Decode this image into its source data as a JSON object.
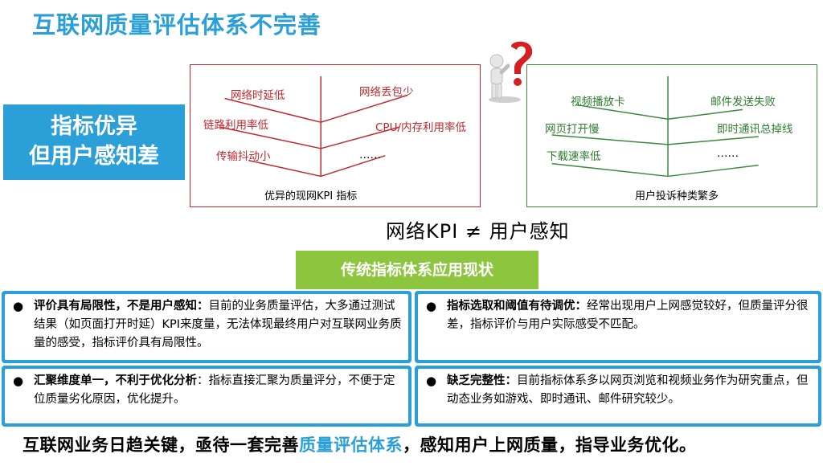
{
  "title": "互联网质量评估体系不完善",
  "left_label": {
    "line1": "指标优异",
    "line2": "但用户感知差"
  },
  "kpi_tree": {
    "items": [
      "网络时延低",
      "网络丢包少",
      "链路利用率低",
      "CPU/内存利用率低",
      "传输抖动小",
      "……"
    ],
    "caption": "优异的现网KPI 指标"
  },
  "user_tree": {
    "items": [
      "视频播放卡",
      "邮件发送失败",
      "网页打开慢",
      "即时通讯总掉线",
      "下载速率低",
      "……"
    ],
    "caption": "用户投诉种类繁多"
  },
  "comparison": "网络KPI  ≠  用户感知",
  "banner": "传统指标体系应用现状",
  "cards": [
    {
      "bullet": "●",
      "heading": "评价具有局限性，不是用户感知：",
      "text": "目前的业务质量评估，大多通过测试结果（如页面打开时延）KPI来度量，无法体现最终用户对互联网业务质量的感受，指标评价具有局限性。"
    },
    {
      "bullet": "●",
      "heading": "指标选取和阈值有待调优：",
      "text": "经常出现用户上网感觉较好，但质量评分很差，指标评价与用户实际感受不匹配。"
    },
    {
      "bullet": "●",
      "heading": "汇聚维度单一，不利于优化分析",
      "text": "：指标直接汇聚为质量评分，不便于定位质量劣化原因，优化提升。"
    },
    {
      "bullet": "●",
      "heading": "缺乏完整性：",
      "text": "目前指标体系多以网页浏览和视频业务作为研究重点，但动态业务如游戏、即时通讯、邮件研究较少。"
    }
  ],
  "bottom": {
    "part1": "互联网业务日趋关键，亟待一套完善",
    "highlight": "质量评估体系",
    "part2": "，感知用户上网质量，指导业务优化。"
  },
  "colors": {
    "accent_blue": "#2a9fd8",
    "red": "#c0282d",
    "green": "#3a8a3a",
    "banner_green": "#8cc63f"
  }
}
